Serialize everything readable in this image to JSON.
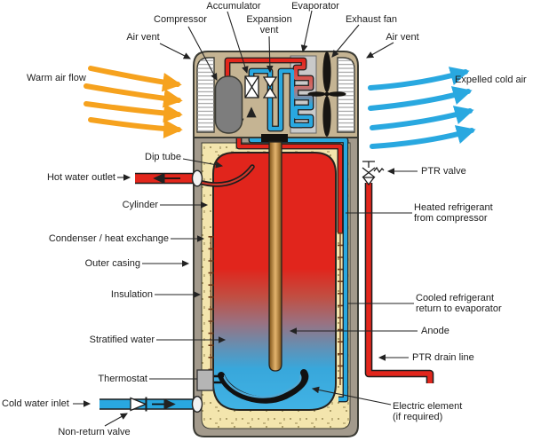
{
  "colors": {
    "hot": "#e2261c",
    "cold": "#29a8e0",
    "warm_air": "#f6a21e",
    "insulation": "#f3e5ad",
    "casing": "#a39a8c",
    "unit_body": "#c5b493",
    "water_top": "#e1251c",
    "water_bottom": "#3fb2e4"
  },
  "labels": {
    "accumulator": "Accumulator",
    "compressor": "Compressor",
    "expansion_vent": "Expansion\nvent",
    "evaporator": "Evaporator",
    "exhaust_fan": "Exhaust fan",
    "air_vent_left": "Air vent",
    "air_vent_right": "Air vent",
    "warm_air_flow": "Warm air flow",
    "expelled_cold_air": "Expelled cold air",
    "hot_water_outlet": "Hot water outlet",
    "dip_tube": "Dip tube",
    "cylinder": "Cylinder",
    "condenser": "Condenser / heat exchange",
    "outer_casing": "Outer casing",
    "insulation": "Insulation",
    "stratified_water": "Stratified water",
    "thermostat": "Thermostat",
    "cold_water_inlet": "Cold water inlet",
    "non_return_valve": "Non-return valve",
    "ptr_valve": "PTR valve",
    "heated_refrigerant": "Heated refrigerant\nfrom compressor",
    "cooled_refrigerant": "Cooled refrigerant\nreturn to evaporator",
    "anode": "Anode",
    "ptr_drain_line": "PTR drain line",
    "electric_element": "Electric element\n(if required)"
  }
}
